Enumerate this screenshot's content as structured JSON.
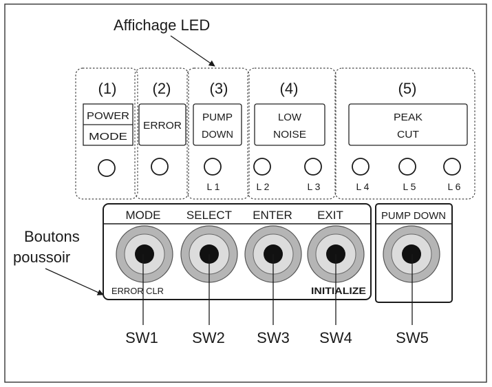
{
  "annotations": {
    "led_display": "Affichage LED",
    "buttons_line1": "Boutons",
    "buttons_line2": "poussoir"
  },
  "led_groups": [
    {
      "number": "(1)",
      "label_top": "POWER",
      "label_bottom": "MODE",
      "leds": [
        ""
      ]
    },
    {
      "number": "(2)",
      "label": "ERROR",
      "leds": [
        ""
      ]
    },
    {
      "number": "(3)",
      "label_line1": "PUMP",
      "label_line2": "DOWN",
      "leds": [
        "L 1"
      ]
    },
    {
      "number": "(4)",
      "label_line1": "LOW",
      "label_line2": "NOISE",
      "leds": [
        "L 2",
        "L 3"
      ]
    },
    {
      "number": "(5)",
      "label_line1": "PEAK",
      "label_line2": "CUT",
      "leds": [
        "L 4",
        "L 5",
        "L 6"
      ]
    }
  ],
  "buttons": [
    {
      "label": "MODE",
      "sub_label": "ERROR  CLR",
      "switch": "SW1"
    },
    {
      "label": "SELECT",
      "switch": "SW2"
    },
    {
      "label": "ENTER",
      "switch": "SW3"
    },
    {
      "label": "EXIT",
      "sub_label": "INITIALIZE",
      "switch": "SW4"
    }
  ],
  "pump_down_button": {
    "label": "PUMP DOWN",
    "switch": "SW5"
  },
  "colors": {
    "ink": "#1a1a1a",
    "knob_outer": "#b5b5b5",
    "knob_inner": "#dcdcdc",
    "knob_center": "#111111"
  }
}
